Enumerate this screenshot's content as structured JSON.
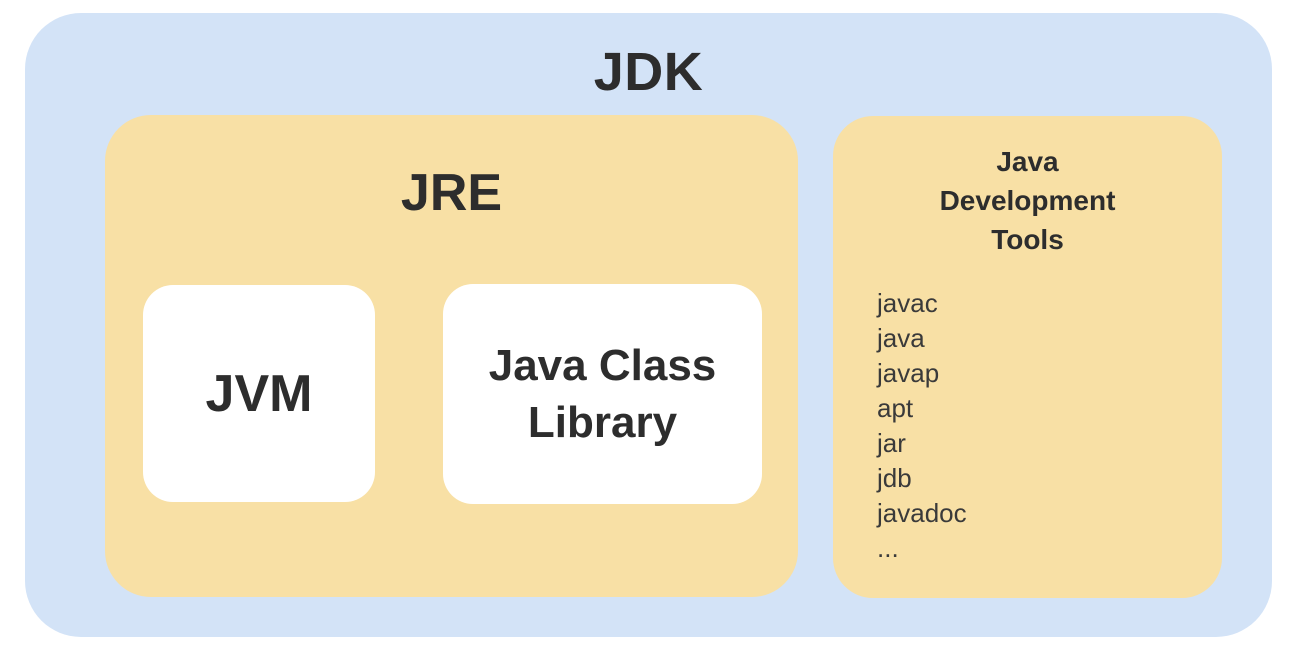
{
  "diagram": {
    "title": "JDK",
    "jre": {
      "title": "JRE",
      "components": [
        {
          "label": "JVM"
        },
        {
          "label": "Java Class Library"
        }
      ]
    },
    "tools": {
      "title": "Java Development Tools",
      "items": [
        "javac",
        "java",
        "javap",
        "apt",
        "jar",
        "jdb",
        "javadoc",
        "..."
      ]
    },
    "colors": {
      "outer_background": "#d3e3f7",
      "container_background": "#f8e0a5",
      "leaf_background": "#ffffff",
      "heading_text": "#2d2d2d",
      "list_text": "#3a3a3a"
    }
  }
}
